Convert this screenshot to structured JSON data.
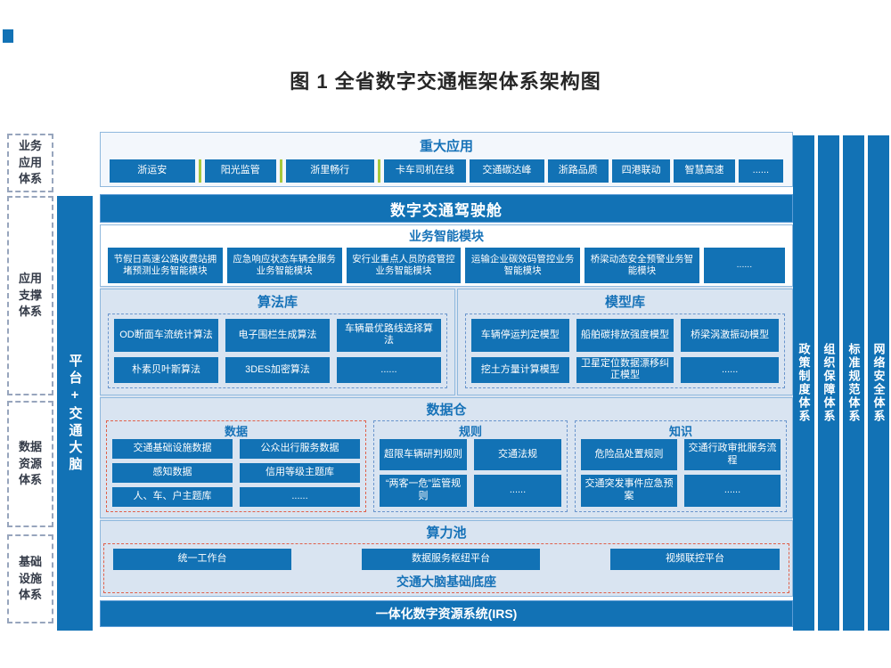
{
  "page": {
    "title": "图 1 全省数字交通框架体系架构图"
  },
  "colors": {
    "primary_blue": "#1272b5",
    "light_blue_bg": "#d9e4f1",
    "header_text_blue": "#1672b8",
    "dashed_red": "#e0604a",
    "green_divider": "#a6c93d"
  },
  "left_labels": [
    "业务应用体系",
    "应用支撑体系",
    "数据资源体系",
    "基础设施体系"
  ],
  "platform_bar_label": "平台+交通大脑",
  "right_bars": [
    "政策制度体系",
    "组织保障体系",
    "标准规范体系",
    "网络安全体系"
  ],
  "major_apps": {
    "title": "重大应用",
    "items": [
      "浙运安",
      "阳光监管",
      "浙里畅行",
      "卡车司机在线",
      "交通碳达峰",
      "浙路品质",
      "四港联动",
      "智慧高速",
      "......"
    ]
  },
  "cockpit_label": "数字交通驾驶舱",
  "business_modules": {
    "title": "业务智能模块",
    "items": [
      "节假日高速公路收费站拥堵预测业务智能模块",
      "应急响应状态车辆全服务业务智能模块",
      "安行业重点人员防疫管控业务智能模块",
      "运输企业碳效码管控业务智能模块",
      "桥梁动态安全预警业务智能模块",
      "......"
    ]
  },
  "algorithm_library": {
    "title": "算法库",
    "items": [
      "OD断面车流统计算法",
      "电子围栏生成算法",
      "车辆最优路线选择算法",
      "朴素贝叶斯算法",
      "3DES加密算法",
      "......"
    ]
  },
  "model_library": {
    "title": "模型库",
    "items": [
      "车辆停运判定模型",
      "船舶碳排放强度模型",
      "桥梁涡激振动模型",
      "挖土方量计算模型",
      "卫星定位数据漂移纠正模型",
      "......"
    ]
  },
  "data_warehouse": {
    "title": "数据仓",
    "data": {
      "title": "数据",
      "items": [
        "交通基础设施数据",
        "公众出行服务数据",
        "感知数据",
        "信用等级主题库",
        "人、车、户主题库",
        "......"
      ]
    },
    "rules": {
      "title": "规则",
      "items": [
        "超限车辆研判规则",
        "交通法规",
        "“两客一危”监管规则",
        "......"
      ]
    },
    "knowledge": {
      "title": "知识",
      "items": [
        "危险品处置规则",
        "交通行政审批服务流程",
        "交通突发事件应急预案",
        "......"
      ]
    }
  },
  "computing_pool": {
    "title": "算力池",
    "platforms": [
      "统一工作台",
      "数据服务枢纽平台",
      "视频联控平台"
    ],
    "base_title": "交通大脑基础底座"
  },
  "irs_label": "一体化数字资源系统(IRS)"
}
